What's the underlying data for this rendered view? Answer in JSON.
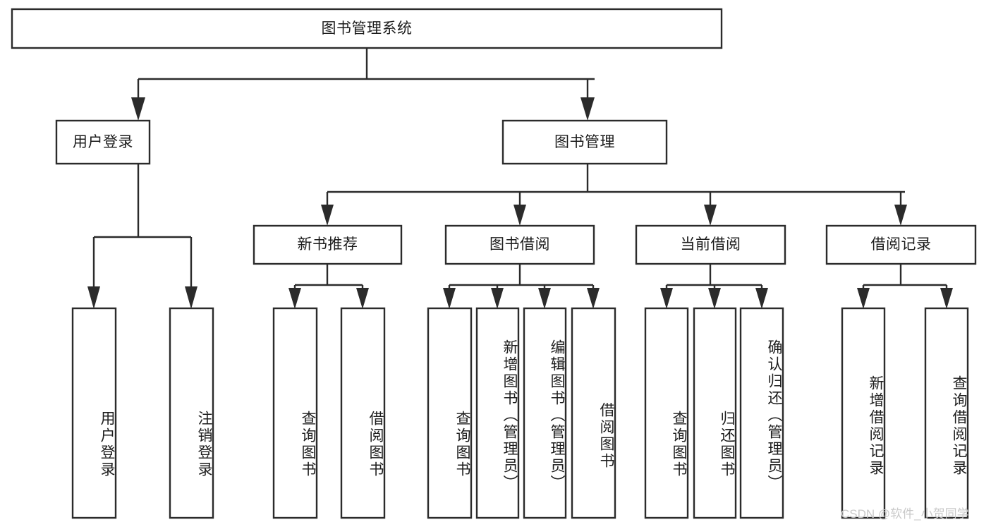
{
  "diagram": {
    "type": "tree",
    "title": "图书管理系统",
    "root": {
      "id": "root",
      "label": "图书管理系统"
    },
    "level2": [
      {
        "id": "user-login",
        "label": "用户登录"
      },
      {
        "id": "book-manage",
        "label": "图书管理"
      }
    ],
    "level3": [
      {
        "id": "new-book-recommend",
        "label": "新书推荐",
        "parent": "book-manage"
      },
      {
        "id": "book-borrow",
        "label": "图书借阅",
        "parent": "book-manage"
      },
      {
        "id": "current-borrow",
        "label": "当前借阅",
        "parent": "book-manage"
      },
      {
        "id": "borrow-record",
        "label": "借阅记录",
        "parent": "book-manage"
      }
    ],
    "leaves": [
      {
        "id": "leaf-user-login",
        "label": "用户登录",
        "parent": "user-login"
      },
      {
        "id": "leaf-user-logout",
        "label": "注销登录",
        "parent": "user-login"
      },
      {
        "id": "leaf-query-book-1",
        "label": "查询图书",
        "parent": "new-book-recommend"
      },
      {
        "id": "leaf-borrow-book-1",
        "label": "借阅图书",
        "parent": "new-book-recommend"
      },
      {
        "id": "leaf-query-book-2",
        "label": "查询图书",
        "parent": "book-borrow"
      },
      {
        "id": "leaf-add-book",
        "label": "新增图书（管理员）",
        "parent": "book-borrow"
      },
      {
        "id": "leaf-edit-book",
        "label": "编辑图书（管理员）",
        "parent": "book-borrow"
      },
      {
        "id": "leaf-borrow-book-2",
        "label": "借阅图书",
        "parent": "book-borrow"
      },
      {
        "id": "leaf-query-book-3",
        "label": "查询图书",
        "parent": "current-borrow"
      },
      {
        "id": "leaf-return-book",
        "label": "归还图书",
        "parent": "current-borrow"
      },
      {
        "id": "leaf-confirm-return",
        "label": "确认归还（管理员）",
        "parent": "current-borrow"
      },
      {
        "id": "leaf-add-record",
        "label": "新增借阅记录",
        "parent": "borrow-record"
      },
      {
        "id": "leaf-query-record",
        "label": "查询借阅记录",
        "parent": "borrow-record"
      }
    ],
    "colors": {
      "box_stroke": "#2b2b2b",
      "box_fill": "#ffffff",
      "text": "#1c1c1c",
      "background": "#ffffff",
      "watermark": "#c9c9c9"
    }
  },
  "watermark": {
    "text": "CSDN @软件_小贺同学"
  }
}
